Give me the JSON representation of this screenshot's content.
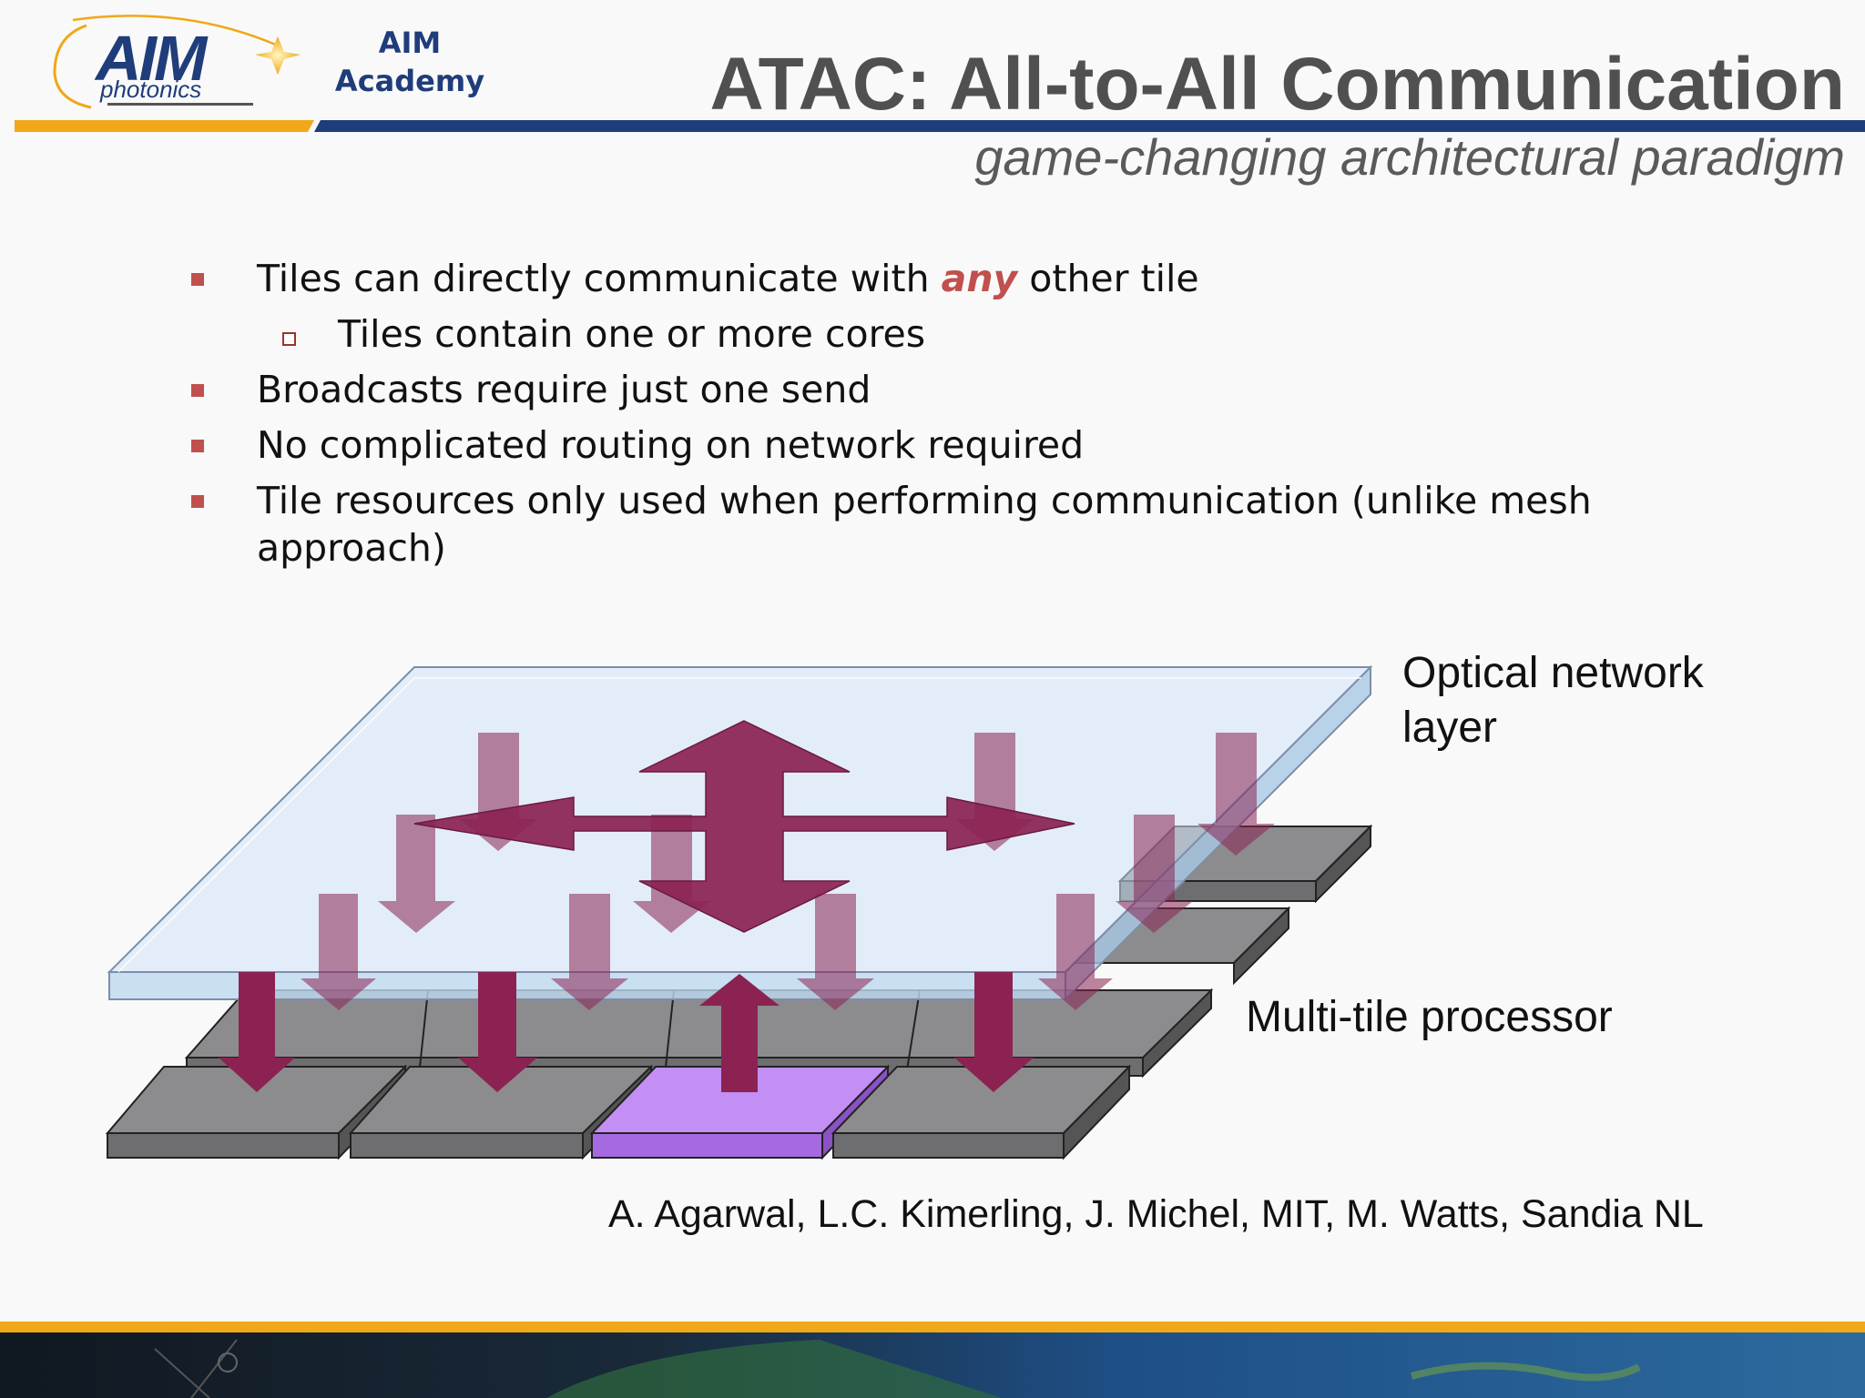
{
  "header": {
    "logo": {
      "wordmark": "AIM",
      "tagline": "photonics"
    },
    "academy_line1": "AIM",
    "academy_line2": "Academy",
    "title": "ATAC: All-to-All Communication",
    "subtitle": "game-changing architectural paradigm"
  },
  "bullets": [
    {
      "level": 1,
      "text_before": "Tiles can directly communicate with ",
      "emphasis": "any",
      "text_after": " other tile"
    },
    {
      "level": 2,
      "text": "Tiles contain one or more cores"
    },
    {
      "level": 1,
      "text": "Broadcasts require just one send"
    },
    {
      "level": 1,
      "text": "No complicated routing on network required"
    },
    {
      "level": 1,
      "text": "Tile resources only used when performing communication (unlike mesh approach)"
    }
  ],
  "diagram": {
    "optical_label": "Optical network layer",
    "processor_label": "Multi-tile processor",
    "colors": {
      "tile": "#8c8c8e",
      "tile_highlight": "#c48ff5",
      "optical_layer": "#cfe3f7",
      "arrow": "#8b2252"
    }
  },
  "citation": "A. Agarwal, L.C. Kimerling, J. Michel, MIT, M. Watts, Sandia NL",
  "colors": {
    "accent": "#c0504d",
    "navy": "#1f3d7a",
    "gold": "#f0a818"
  }
}
